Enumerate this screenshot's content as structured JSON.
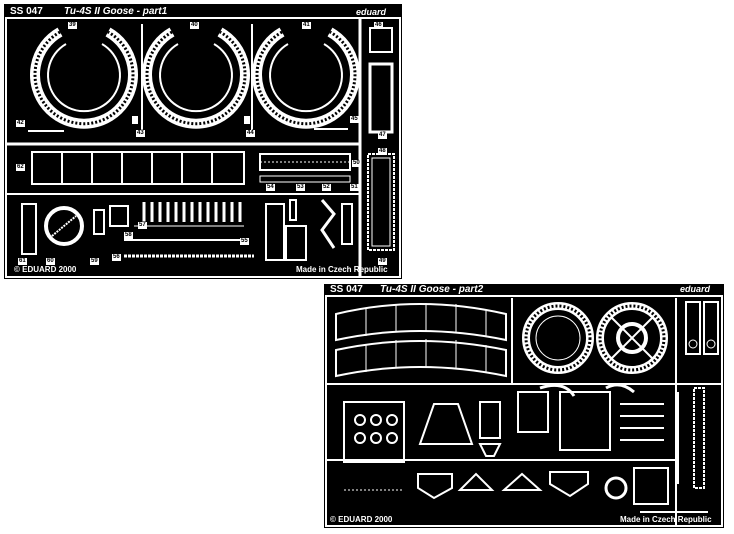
{
  "sheet1": {
    "code": "SS 047",
    "title": "Tu-4S II Goose - part1",
    "brand": "eduard",
    "copyright": "© EDUARD 2000",
    "made_in": "Made in Czech Republic",
    "part_numbers": [
      "39",
      "40",
      "41",
      "42",
      "43",
      "44",
      "45",
      "46",
      "47",
      "48",
      "49",
      "50",
      "51",
      "52",
      "53",
      "54",
      "55",
      "56",
      "57",
      "58",
      "59",
      "60",
      "61",
      "62"
    ]
  },
  "sheet2": {
    "code": "SS 047",
    "title": "Tu-4S II Goose - part2",
    "brand": "eduard",
    "copyright": "© EDUARD 2000",
    "made_in": "Made in Czech Republic"
  },
  "colors": {
    "fret": "#000000",
    "metal": "#ffffff",
    "background": "#ffffff"
  }
}
